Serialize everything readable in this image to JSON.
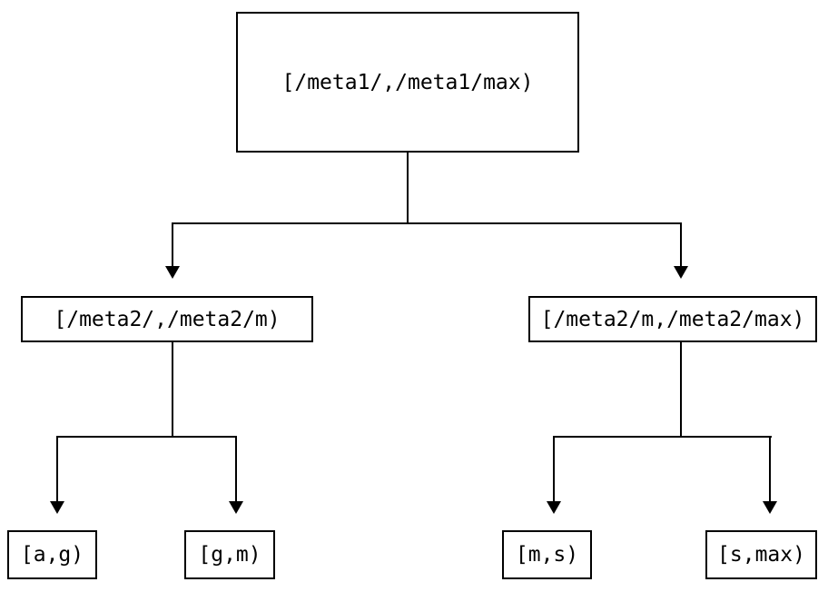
{
  "colors": {
    "line": "#000000",
    "background": "#ffffff",
    "text": "#000000"
  },
  "nodes": {
    "root": {
      "label": "[/meta1/,/meta1/max)"
    },
    "left_child": {
      "label": "[/meta2/,/meta2/m)"
    },
    "right_child": {
      "label": "[/meta2/m,/meta2/max)"
    },
    "leaf_1": {
      "label": "[a,g)"
    },
    "leaf_2": {
      "label": "[g,m)"
    },
    "leaf_3": {
      "label": "[m,s)"
    },
    "leaf_4": {
      "label": "[s,max)"
    }
  },
  "hierarchy": {
    "root": "root",
    "edges": [
      [
        "root",
        "left_child"
      ],
      [
        "root",
        "right_child"
      ],
      [
        "left_child",
        "leaf_1"
      ],
      [
        "left_child",
        "leaf_2"
      ],
      [
        "right_child",
        "leaf_3"
      ],
      [
        "right_child",
        "leaf_4"
      ]
    ]
  }
}
